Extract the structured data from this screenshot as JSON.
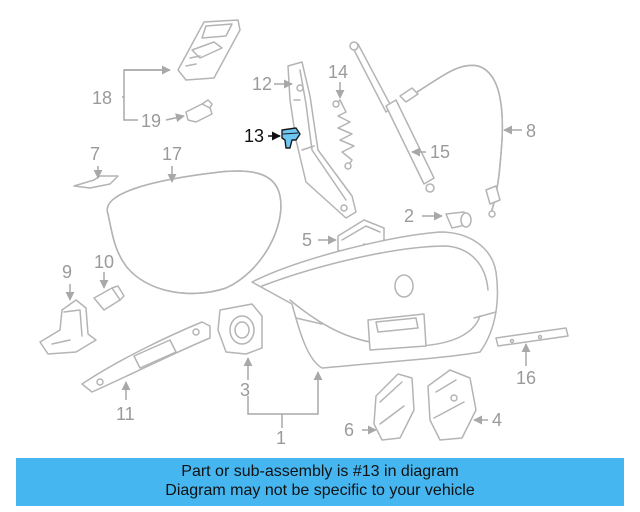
{
  "diagram": {
    "labels": {
      "l1": "1",
      "l2": "2",
      "l3": "3",
      "l4": "4",
      "l5": "5",
      "l6": "6",
      "l7": "7",
      "l8": "8",
      "l9": "9",
      "l10": "10",
      "l11": "11",
      "l12": "12",
      "l13": "13",
      "l14": "14",
      "l15": "15",
      "l16": "16",
      "l17": "17",
      "l18": "18",
      "l19": "19"
    },
    "highlight_color": "#6ec6f2",
    "line_color": "#b4b4b4"
  },
  "banner": {
    "line1": "Part or sub-assembly is #13 in diagram",
    "line2": "Diagram may not be specific to your vehicle",
    "color": "#45b6f0"
  }
}
